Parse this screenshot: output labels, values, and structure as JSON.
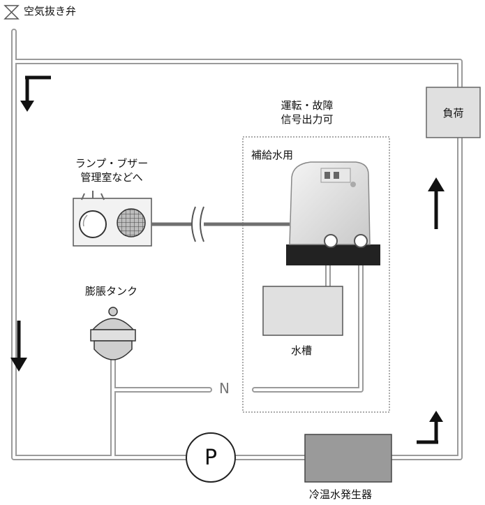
{
  "legend": {
    "icon": "air-vent-valve-icon",
    "label": "空気抜き弁"
  },
  "load": {
    "label": "負荷"
  },
  "signal": {
    "line1": "運転・故障",
    "line2": "信号出力可"
  },
  "supply_unit": {
    "label": "補給水用"
  },
  "lamp_panel": {
    "line1": "ランプ・ブザー",
    "line2": "管理室などへ"
  },
  "tank": {
    "label": "膨脹タンク"
  },
  "water_tank": {
    "label": "水槽"
  },
  "pump": {
    "label": "P"
  },
  "generator": {
    "label": "冷温水発生器"
  },
  "check_valve": {
    "label": "N"
  },
  "colors": {
    "pipe_fill": "#ffffff",
    "pipe_stroke": "#9a9a9a",
    "box_fill": "#e0e0e0",
    "generator_fill": "#9a9a9a"
  }
}
